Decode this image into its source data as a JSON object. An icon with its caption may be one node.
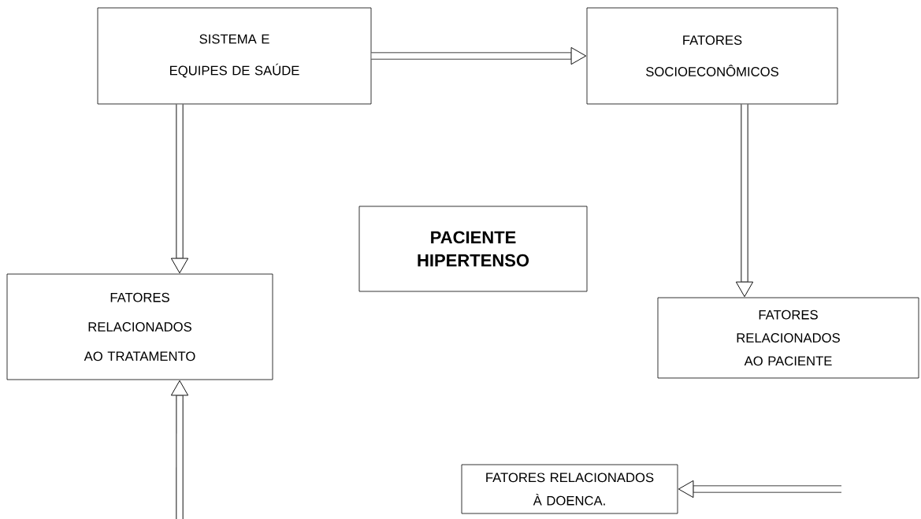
{
  "diagram": {
    "nodes": [
      {
        "text": [
          "SISTEMA E EQUIPES DE SAÚDE"
        ]
      },
      {
        "text": [
          "FATORES SOCIOECONÔMICOS"
        ]
      },
      {
        "text": [
          "PACIENTE HIPERTENSO"
        ]
      },
      {
        "text": [
          "FATORES RELACIONADOS AO TRATAMENTO"
        ]
      },
      {
        "text": [
          "FATORES RELACIONADOS AO PACIENTE"
        ]
      },
      {
        "text": [
          "FATORES RELACIONADOS À DOENCA."
        ]
      }
    ],
    "edges": [
      {
        "from": 0,
        "to": 1,
        "arrow": "to"
      },
      {
        "from": 1,
        "to": 4,
        "arrow": "to"
      },
      {
        "from": null,
        "to": 5,
        "arrow": "to"
      },
      {
        "from": null,
        "to": 3,
        "arrow": "to"
      },
      {
        "from": 0,
        "to": 3,
        "arrow": "to"
      }
    ]
  }
}
